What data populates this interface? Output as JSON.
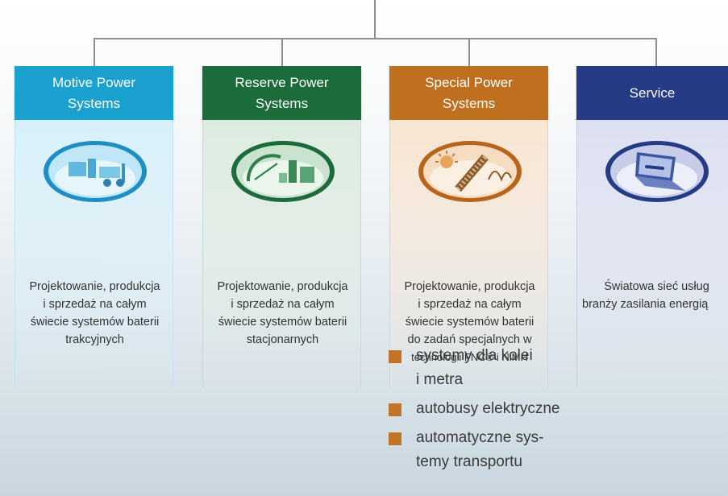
{
  "cards": [
    {
      "title_line1": "Motive Power",
      "title_line2": "Systems",
      "icon": "forklift-warehouse-icon",
      "color": "#1aa1cf",
      "desc": [
        "Projektowanie, produkcja",
        "i sprzedaż na całym",
        "świecie systemów baterii",
        "trakcyjnych"
      ]
    },
    {
      "title_line1": "Reserve Power",
      "title_line2": "Systems",
      "icon": "power-plant-icon",
      "color": "#1c6b3a",
      "desc": [
        "Projektowanie, produkcja",
        "i sprzedaż na całym",
        "świecie systemów baterii",
        "stacjonarnych"
      ]
    },
    {
      "title_line1": "Special Power",
      "title_line2": "Systems",
      "icon": "solar-railway-icon",
      "color": "#bf701f",
      "desc": [
        "Projektowanie, produkcja",
        "i sprzedaż na całym",
        "świecie systemów baterii",
        "do zadań specjalnych w",
        "technologii FNC® i NiMH"
      ]
    },
    {
      "title_line1": "Service",
      "title_line2": "",
      "icon": "laptop-wrench-icon",
      "color": "#253b86",
      "desc": [
        "Światowa sieć usług",
        "branży zasilania energią"
      ]
    }
  ],
  "bullets": [
    {
      "lines": [
        "systemy dla kolei",
        "i metra"
      ]
    },
    {
      "lines": [
        "autobusy elektryczne"
      ]
    },
    {
      "lines": [
        "automatyczne sys-",
        "temy transportu"
      ]
    }
  ]
}
